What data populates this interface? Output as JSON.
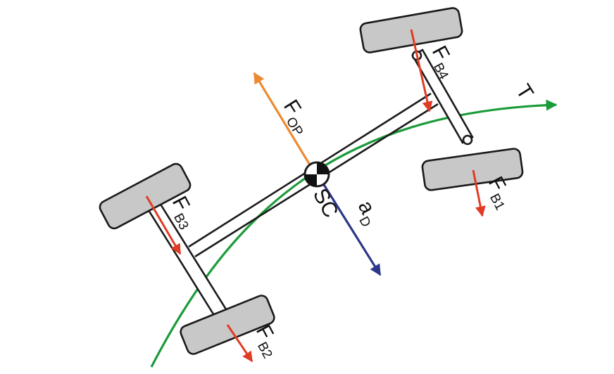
{
  "labels": {
    "force_main": "F",
    "sub_op": "OP",
    "sub_b1": "B1",
    "sub_b2": "B2",
    "sub_b3": "B3",
    "sub_b4": "B4",
    "trajectory": "T",
    "center": "SC",
    "accel_main": "a",
    "accel_sub": "D"
  },
  "colors": {
    "brake_force": "#e03c25",
    "opposing_force": "#ec8a33",
    "acceleration": "#2c3789",
    "trajectory": "#1b9b3a",
    "wheel_fill": "#c8c8c8",
    "outline": "#1a1a1a"
  }
}
